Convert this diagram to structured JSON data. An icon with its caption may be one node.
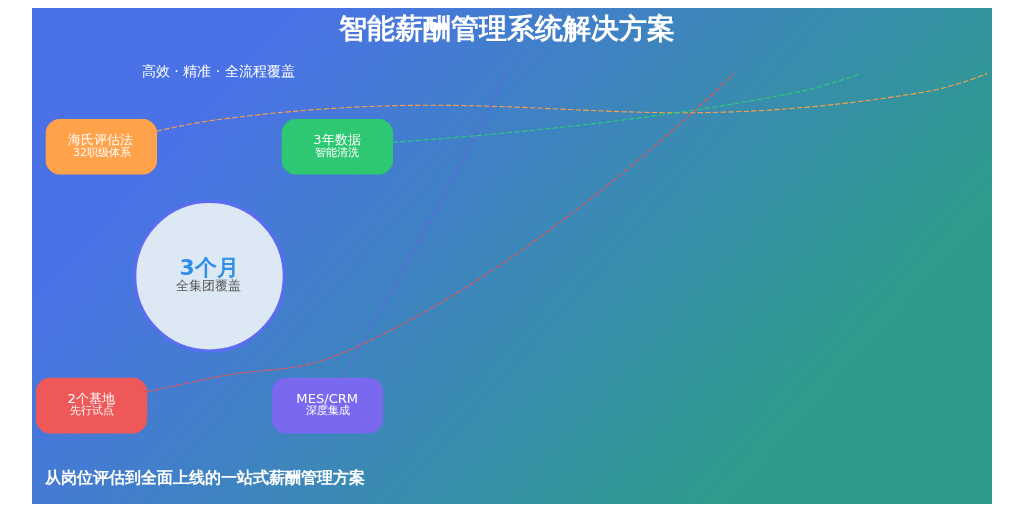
{
  "diagram": {
    "title": "智能薪酬管理系统解决方案",
    "caption": "从岗位评估到全面上线的一站式薪酬管理方案",
    "nodes": [
      {
        "text": [
          "海氏评估法",
          "32职级体系"
        ]
      },
      {
        "text": [
          "3年数据",
          "智能清洗"
        ]
      },
      {
        "text": [
          "3个月",
          "全集团覆盖"
        ]
      },
      {
        "text": [
          "2个基地",
          "先行试点"
        ]
      },
      {
        "text": [
          "MES/CRM",
          "深度集成"
        ]
      }
    ],
    "edges": [
      {
        "from": 0,
        "to": null,
        "arrow": "none",
        "style": "dashed",
        "color": "#ff9f43"
      },
      {
        "from": 1,
        "to": null,
        "arrow": "none",
        "style": "dashed",
        "color": "#2ecc71"
      },
      {
        "from": 3,
        "to": null,
        "arrow": "none",
        "style": "dashed",
        "color": "#ee5253"
      },
      {
        "from": 4,
        "to": null,
        "arrow": "none",
        "style": "dashed",
        "color": "#6c5ce7"
      }
    ],
    "labels": [
      "高效 · 精准 · 全流程覆盖"
    ]
  }
}
